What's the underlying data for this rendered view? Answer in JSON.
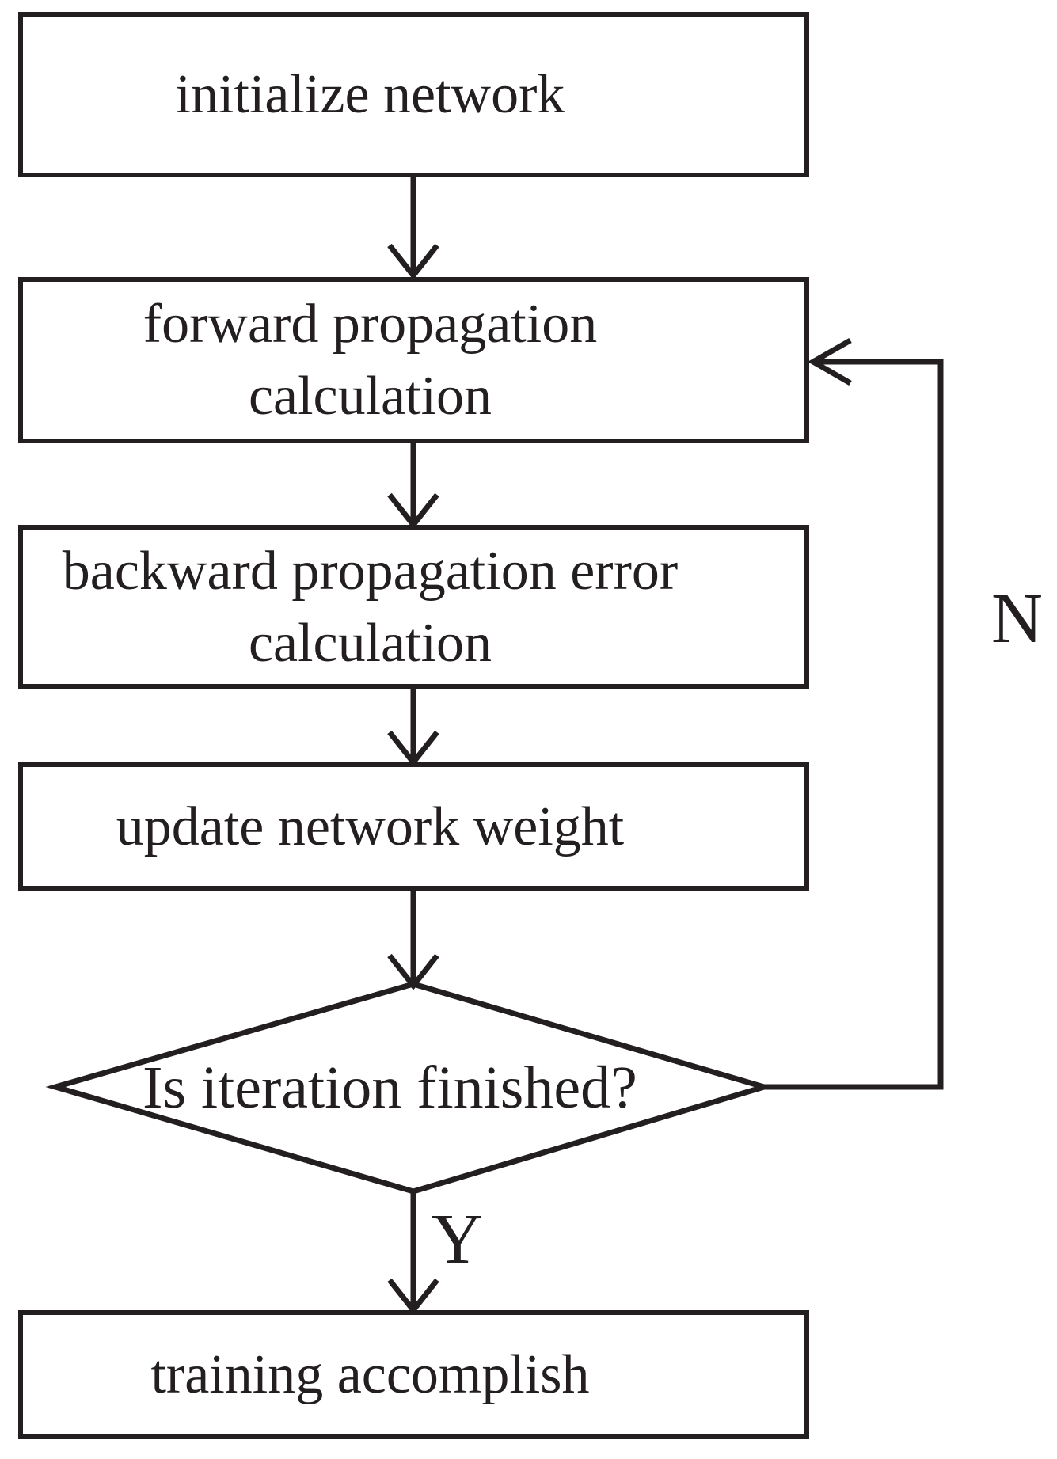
{
  "figure": {
    "type": "flowchart",
    "background": "#ffffff",
    "stroke_color": "#231f20",
    "nodes": [
      {
        "id": "initialize",
        "shape": "rect",
        "label": "initialize network"
      },
      {
        "id": "forward",
        "shape": "rect",
        "label": "forward propagation\ncalculation"
      },
      {
        "id": "backward",
        "shape": "rect",
        "label": "backward propagation error\ncalculation"
      },
      {
        "id": "update",
        "shape": "rect",
        "label": "update network weight"
      },
      {
        "id": "decision",
        "shape": "diamond",
        "label": "Is iteration finished?"
      },
      {
        "id": "done",
        "shape": "rect",
        "label": "training accomplish"
      }
    ],
    "edges": [
      {
        "from": "initialize",
        "to": "forward",
        "label": ""
      },
      {
        "from": "forward",
        "to": "backward",
        "label": ""
      },
      {
        "from": "backward",
        "to": "update",
        "label": ""
      },
      {
        "from": "update",
        "to": "decision",
        "label": ""
      },
      {
        "from": "decision",
        "to": "done",
        "label": "Y"
      },
      {
        "from": "decision",
        "to": "forward",
        "label": "N"
      }
    ]
  }
}
